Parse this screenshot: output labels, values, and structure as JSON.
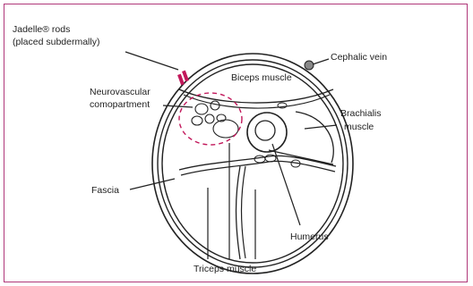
{
  "figure": {
    "frame_color": "#b0387a",
    "circle_color": "#c2185b",
    "labels": {
      "jadelle_line1": "Jadelle® rods",
      "jadelle_line2": "(placed subdermally)",
      "cephalic": "Cephalic vein",
      "biceps": "Biceps muscle",
      "neuro_line1": "Neurovascular",
      "neuro_line2": "comopartment",
      "brachialis_line1": "Brachialis",
      "brachialis_line2": "muscle",
      "fascia": "Fascia",
      "humerus": "Humerus",
      "triceps": "Triceps muscle"
    }
  }
}
